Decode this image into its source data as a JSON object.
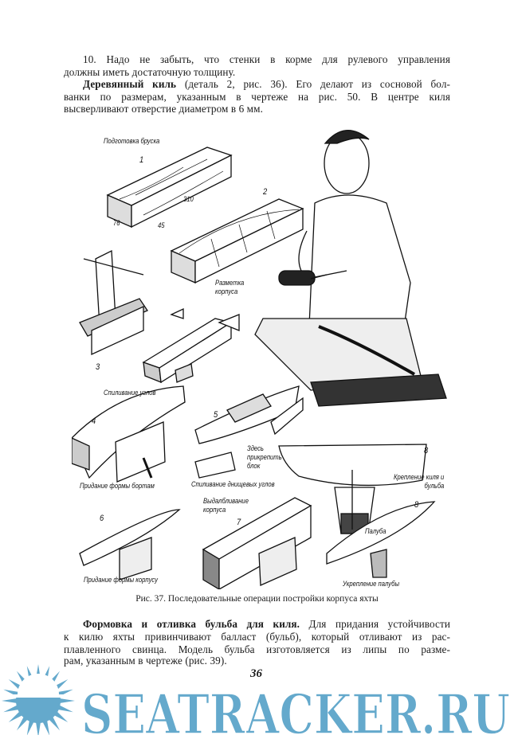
{
  "paragraph1": {
    "lines": [
      "10. Надо не забыть, что стенки в корме для рулевого управления",
      "должны иметь достаточную толщину."
    ]
  },
  "paragraph2": {
    "heading": "Деревянный киль",
    "lines": [
      "(деталь 2, рис. 36). Его делают из сосновой бол-",
      "ванки по размерам, указанным в чертеже на рис. 50. В центре киля",
      "высверливают отверстие диаметром в 6 мм."
    ]
  },
  "figure": {
    "labels": {
      "prep": "Подготовка бруска",
      "n1": "1",
      "dim_length": "310",
      "dim_width": "76",
      "dim_height": "45",
      "n2": "2",
      "marking": "Разметка корпуса",
      "n3": "3",
      "sawing_corners": "Спиливание углов",
      "n4": "4",
      "shaping_sides": "Придание формы бортам",
      "n5": "5",
      "attach_block": "Здесь прикрепить блок",
      "sawing_bottom": "Спиливание днищевых углов",
      "n6": "6",
      "shaping_hull": "Придание формы корпусу",
      "hollowing": "Выдалбливание корпуса",
      "n7": "7",
      "n8a": "8",
      "keel_mount": "Крепление киля и бульба",
      "n8b": "8",
      "deck": "Палуба",
      "deck_fix": "Укрепление палубы"
    },
    "caption": "Рис. 37. Последовательные операции постройки корпуса яхты"
  },
  "paragraph3": {
    "heading": "Формовка и отливка бульба для киля.",
    "lines": [
      "Для придания устойчивости",
      "к килю яхты привинчивают балласт (бульб), который отливают из рас-",
      "плавленного свинца. Модель бульба изготовляется из липы по разме-",
      "рам, указанным в чертеже (рис. 39)."
    ]
  },
  "page_number": "36",
  "watermark": {
    "text": "SEATRACKER.RU",
    "color": "#64a9cc"
  }
}
